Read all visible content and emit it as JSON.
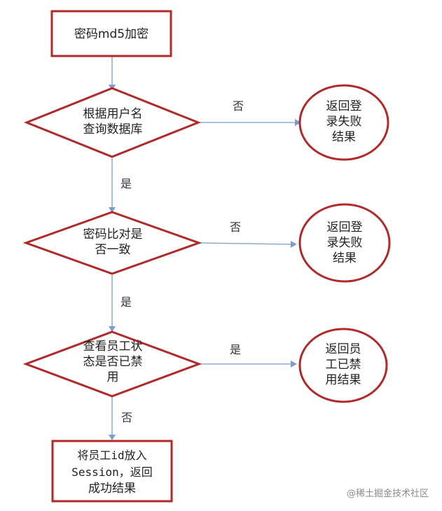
{
  "nodes": {
    "md5": {
      "text": "密码md5加密"
    },
    "query": {
      "lines": [
        "根据用户名",
        "查询数据库"
      ]
    },
    "fail1": {
      "lines": [
        "返回登",
        "录失败",
        "结果"
      ]
    },
    "compare": {
      "lines": [
        "密码比对是",
        "否一致"
      ]
    },
    "fail2": {
      "lines": [
        "返回登",
        "录失败",
        "结果"
      ]
    },
    "status": {
      "lines": [
        "查看员工状",
        "态是否已禁",
        "用"
      ]
    },
    "disabled": {
      "lines": [
        "返回员",
        "工已禁",
        "用结果"
      ]
    },
    "success": {
      "lines": [
        "将员工id放入",
        "Session，返回",
        "成功结果"
      ]
    }
  },
  "edges": {
    "query_fail": "否",
    "query_compare": "是",
    "compare_fail": "否",
    "compare_status": "是",
    "status_disabled": "是",
    "status_success": "否"
  },
  "watermark": "@稀土掘金技术社区",
  "colors": {
    "border": "#b02a2a",
    "arrow": "#7a9cd0"
  }
}
